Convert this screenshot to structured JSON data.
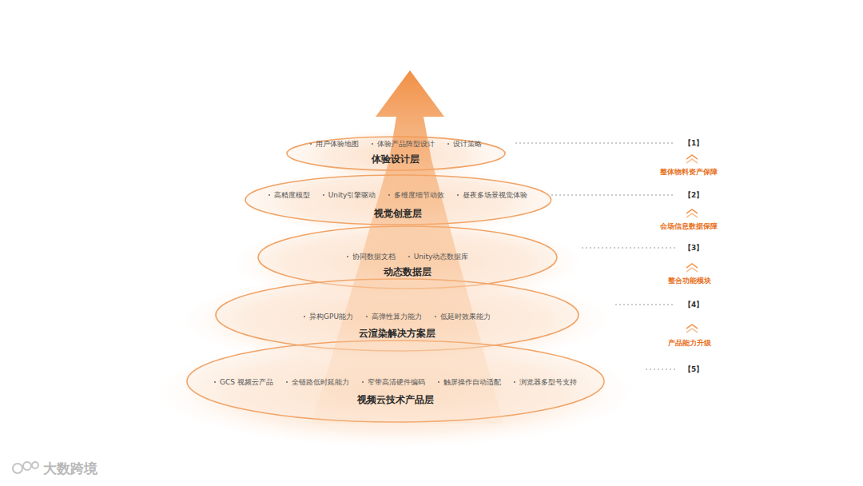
{
  "diagram": {
    "nodes": [
      {
        "text": [
          "用户体验地图",
          "体验产品阵型设计",
          "设计策略",
          "体验设计层"
        ]
      },
      {
        "text": [
          "高精度模型",
          "Unity引擎驱动",
          "多维度细节动效",
          "昼夜多场景视觉体验",
          "视觉创意层"
        ]
      },
      {
        "text": [
          "协同数据文档",
          "Unity动态数据库",
          "动态数据层"
        ]
      },
      {
        "text": [
          "异构GPU能力",
          "高弹性算力能力",
          "低延时效果能力",
          "云渲染解决方案层"
        ]
      },
      {
        "text": [
          "GCS 视频云产品",
          "全链路低时延能力",
          "窄带高清硬件编码",
          "触屏操作自动适配",
          "浏览器多型号支持",
          "视频云技术产品层"
        ]
      }
    ],
    "labels": [
      "【1】",
      "整体物料资产保障",
      "【2】",
      "会场信息数据保障",
      "【3】",
      "整合功能模块",
      "【4】",
      "产品能力升级",
      "【5】",
      "大数跨境"
    ]
  }
}
